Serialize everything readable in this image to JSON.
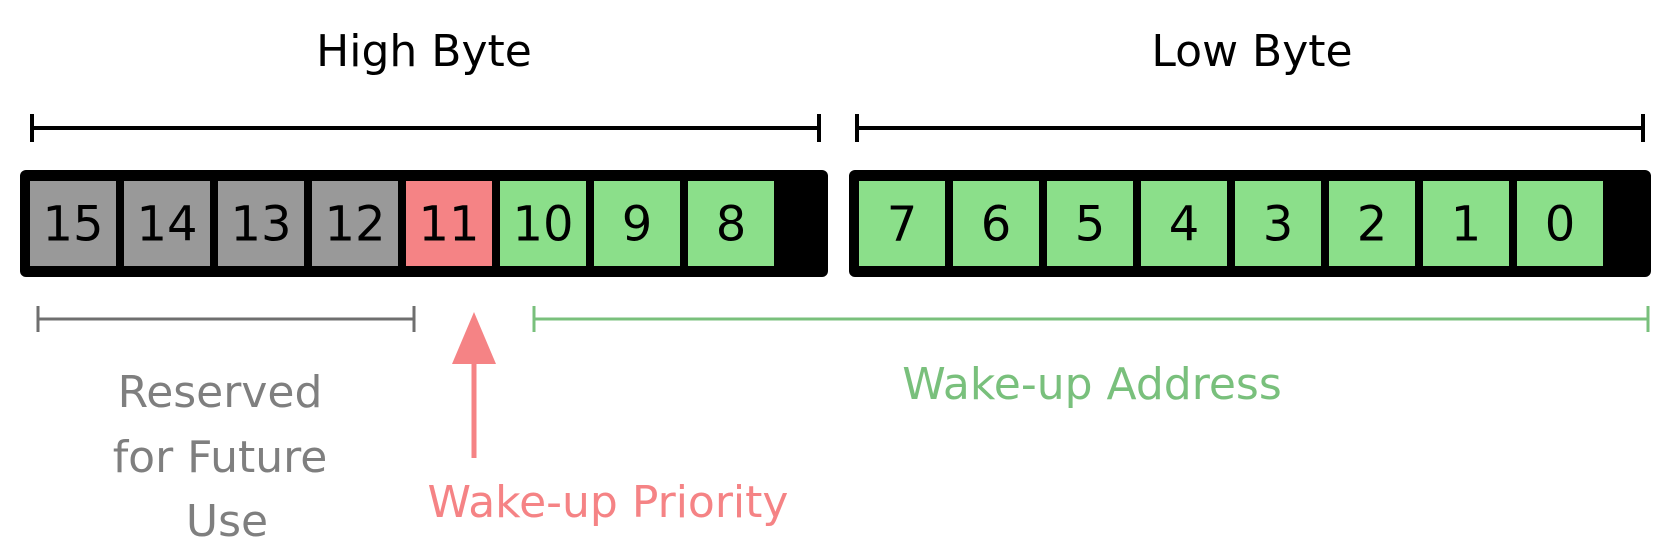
{
  "bytes": {
    "high": {
      "label": "High Byte"
    },
    "low": {
      "label": "Low Byte"
    }
  },
  "bits": {
    "high": [
      {
        "label": "15",
        "group": "reserved"
      },
      {
        "label": "14",
        "group": "reserved"
      },
      {
        "label": "13",
        "group": "reserved"
      },
      {
        "label": "12",
        "group": "reserved"
      },
      {
        "label": "11",
        "group": "priority"
      },
      {
        "label": "10",
        "group": "address"
      },
      {
        "label": "9",
        "group": "address"
      },
      {
        "label": "8",
        "group": "address"
      }
    ],
    "low": [
      {
        "label": "7",
        "group": "address"
      },
      {
        "label": "6",
        "group": "address"
      },
      {
        "label": "5",
        "group": "address"
      },
      {
        "label": "4",
        "group": "address"
      },
      {
        "label": "3",
        "group": "address"
      },
      {
        "label": "2",
        "group": "address"
      },
      {
        "label": "1",
        "group": "address"
      },
      {
        "label": "0",
        "group": "address"
      }
    ]
  },
  "fields": {
    "reserved": {
      "lines": [
        "Reserved",
        "for Future",
        "Use"
      ],
      "color": "#7f7f7f",
      "fill": "#999999"
    },
    "priority": {
      "label": "Wake-up Priority",
      "color": "#f58385",
      "fill": "#f58385"
    },
    "address": {
      "label": "Wake-up Address",
      "color": "#79c07c",
      "fill": "#8bdf8a"
    }
  }
}
